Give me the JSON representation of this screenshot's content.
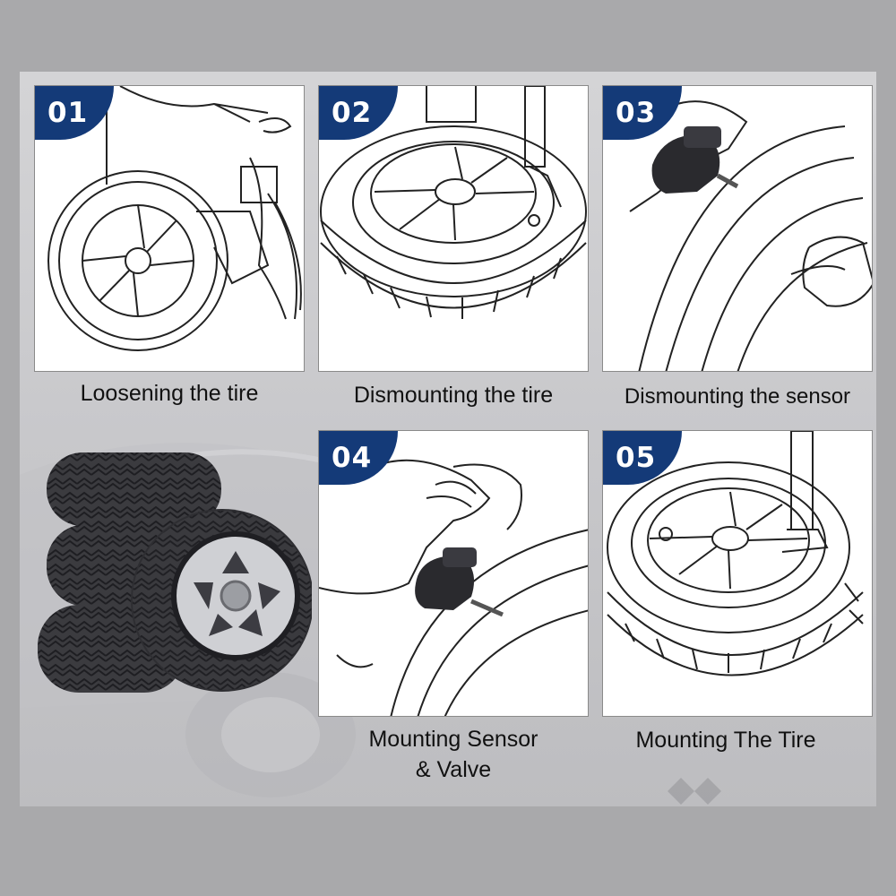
{
  "steps": [
    {
      "number": "01",
      "caption": "Loosening the tire"
    },
    {
      "number": "02",
      "caption": "Dismounting the tire"
    },
    {
      "number": "03",
      "caption": "Dismounting the sensor"
    },
    {
      "number": "04",
      "caption_line1": "Mounting Sensor",
      "caption_line2": "& Valve"
    },
    {
      "number": "05",
      "caption": "Mounting The Tire"
    }
  ],
  "colors": {
    "badge": "#143a78",
    "backdrop": "#a9a9ab",
    "panel": "#ffffff"
  },
  "icons": [
    "tire-stack-illustration",
    "wheel-sketch",
    "sensor-sketch",
    "hand-sketch"
  ]
}
